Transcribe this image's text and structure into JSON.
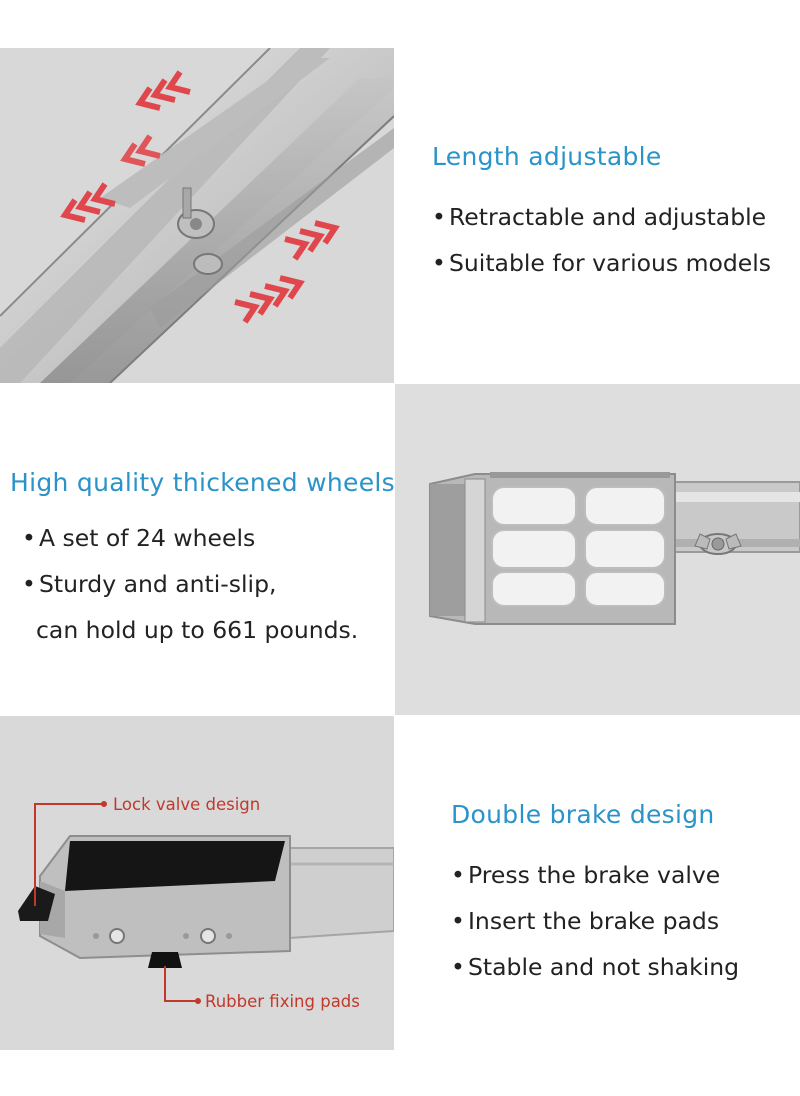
{
  "sections": [
    {
      "heading": "Length adjustable",
      "bullets": [
        "Retractable and adjustable",
        "Suitable for various models"
      ]
    },
    {
      "heading": "High quality thickened wheels",
      "bullets": [
        "A set of 24 wheels",
        "Sturdy and anti-slip,",
        "can hold up to 661 pounds."
      ]
    },
    {
      "heading": "Double brake design",
      "bullets": [
        "Press the brake valve",
        "Insert the brake pads",
        "Stable and not shaking"
      ],
      "callouts": {
        "top": "Lock valve design",
        "bottom": "Rubber fixing pads"
      }
    }
  ],
  "colors": {
    "heading": "#2a93c7",
    "arrow": "#e0474c",
    "callout": "#c0392b",
    "panel_bg": "#dcdcdc"
  }
}
